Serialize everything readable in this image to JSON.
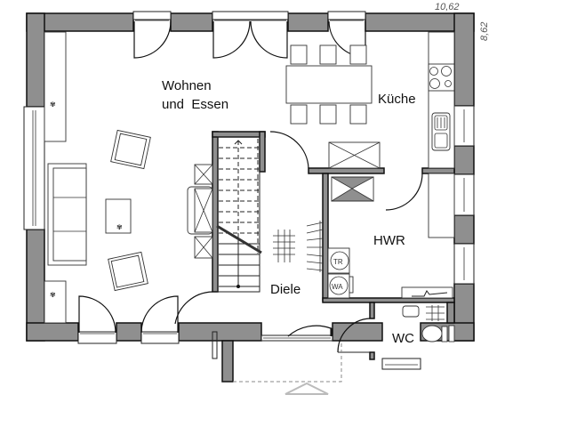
{
  "plan": {
    "type": "floor-plan",
    "dimensions": {
      "width": "10,62",
      "depth": "8,62"
    },
    "rooms": [
      {
        "name": "Wohnen und Essen",
        "line1": "Wohnen",
        "line2": "und  Essen"
      },
      {
        "name": "Küche",
        "label": "Küche"
      },
      {
        "name": "Diele",
        "label": "Diele"
      },
      {
        "name": "HWR",
        "label": "HWR"
      },
      {
        "name": "WC",
        "label": "WC"
      }
    ],
    "appliances": {
      "dryer": "TR",
      "washer": "WA"
    },
    "colors": {
      "wall": "#8f8f8f",
      "line": "#222222",
      "background": "#ffffff"
    }
  }
}
